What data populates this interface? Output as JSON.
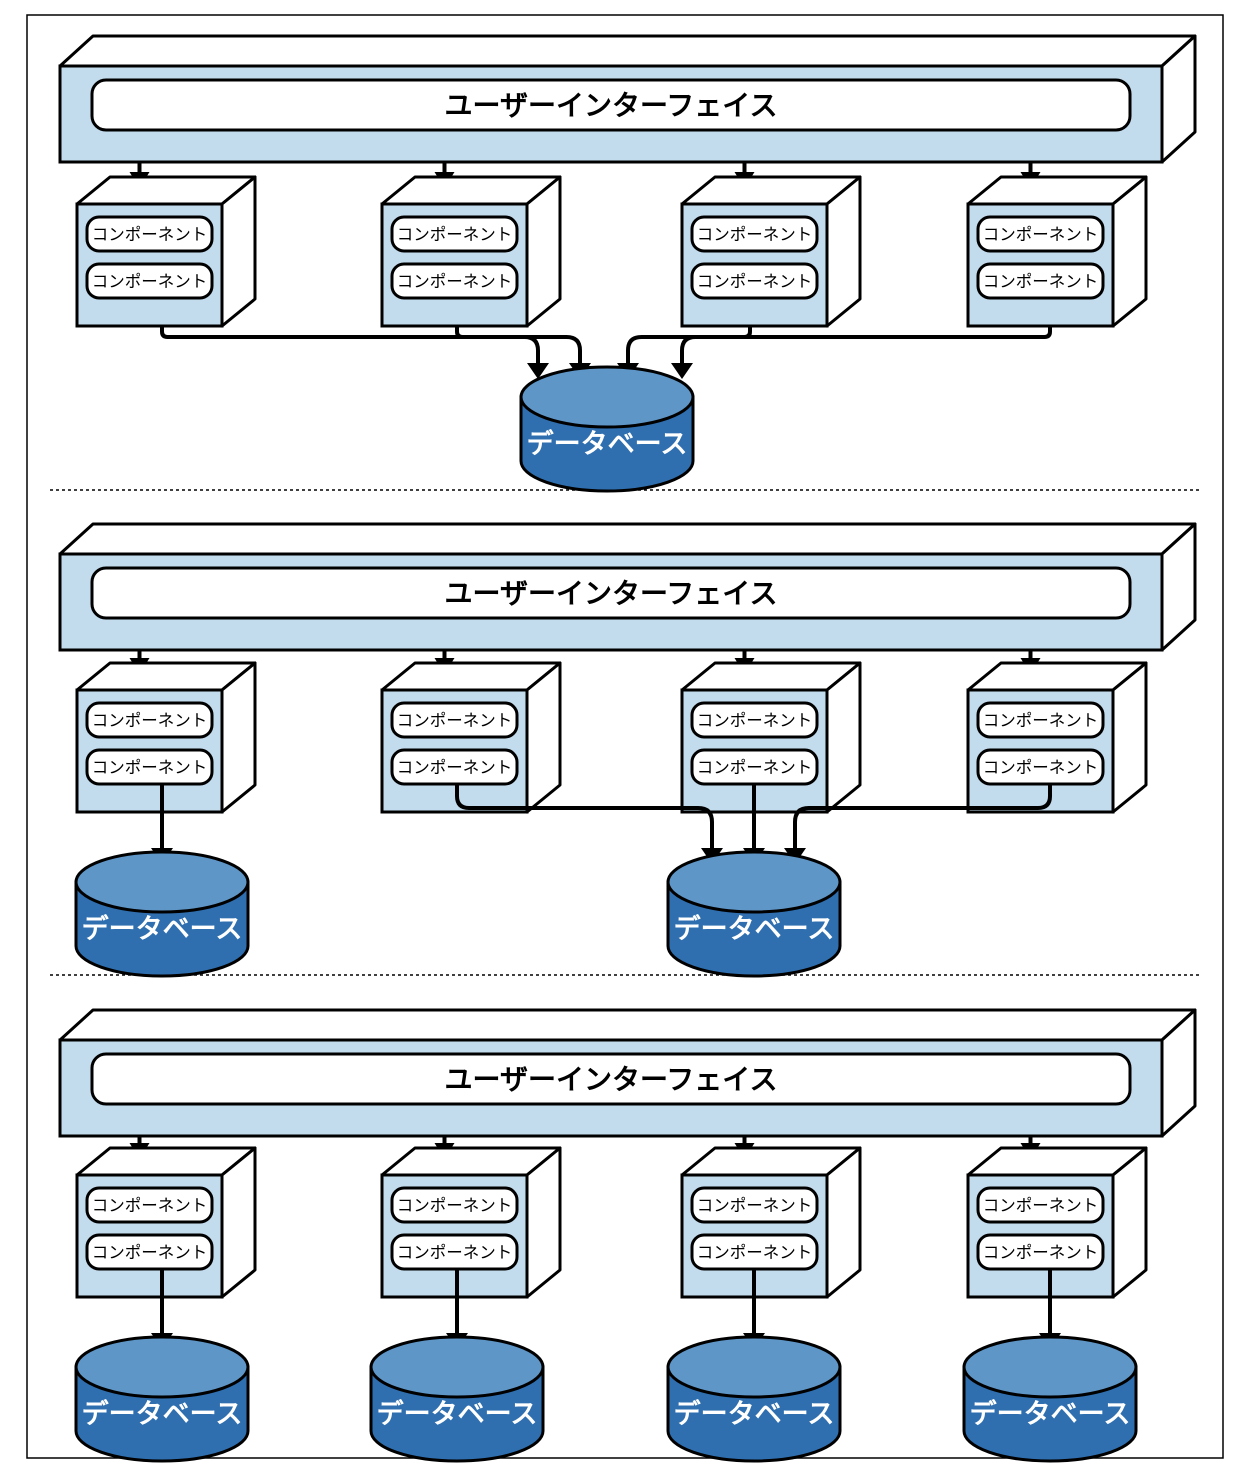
{
  "colors": {
    "bar_face": "#c2dbed",
    "box_face": "#c2dbed",
    "side": "#ffffff",
    "db_top": "#5e96c8",
    "db_body": "#2f6fb0",
    "line": "#000000"
  },
  "icons": [
    "arrow-icon",
    "database-cylinder-icon",
    "component-box-icon"
  ],
  "panels": [
    {
      "ui_label": "ユーザーインターフェイス",
      "modules": [
        {
          "components": [
            "コンポーネント",
            "コンポーネント"
          ]
        },
        {
          "components": [
            "コンポーネント",
            "コンポーネント"
          ]
        },
        {
          "components": [
            "コンポーネント",
            "コンポーネント"
          ]
        },
        {
          "components": [
            "コンポーネント",
            "コンポーネント"
          ]
        }
      ],
      "databases": [
        {
          "label": "データベース"
        }
      ],
      "links": [
        {
          "from_module": 0,
          "to_database": 0
        },
        {
          "from_module": 1,
          "to_database": 0
        },
        {
          "from_module": 2,
          "to_database": 0
        },
        {
          "from_module": 3,
          "to_database": 0
        }
      ]
    },
    {
      "ui_label": "ユーザーインターフェイス",
      "modules": [
        {
          "components": [
            "コンポーネント",
            "コンポーネント"
          ]
        },
        {
          "components": [
            "コンポーネント",
            "コンポーネント"
          ]
        },
        {
          "components": [
            "コンポーネント",
            "コンポーネント"
          ]
        },
        {
          "components": [
            "コンポーネント",
            "コンポーネント"
          ]
        }
      ],
      "databases": [
        {
          "label": "データベース"
        },
        {
          "label": "データベース"
        }
      ],
      "links": [
        {
          "from_module": 0,
          "to_database": 0
        },
        {
          "from_module": 1,
          "to_database": 1
        },
        {
          "from_module": 2,
          "to_database": 1
        },
        {
          "from_module": 3,
          "to_database": 1
        }
      ]
    },
    {
      "ui_label": "ユーザーインターフェイス",
      "modules": [
        {
          "components": [
            "コンポーネント",
            "コンポーネント"
          ]
        },
        {
          "components": [
            "コンポーネント",
            "コンポーネント"
          ]
        },
        {
          "components": [
            "コンポーネント",
            "コンポーネント"
          ]
        },
        {
          "components": [
            "コンポーネント",
            "コンポーネント"
          ]
        }
      ],
      "databases": [
        {
          "label": "データベース"
        },
        {
          "label": "データベース"
        },
        {
          "label": "データベース"
        },
        {
          "label": "データベース"
        }
      ],
      "links": [
        {
          "from_module": 0,
          "to_database": 0
        },
        {
          "from_module": 1,
          "to_database": 1
        },
        {
          "from_module": 2,
          "to_database": 2
        },
        {
          "from_module": 3,
          "to_database": 3
        }
      ]
    }
  ]
}
